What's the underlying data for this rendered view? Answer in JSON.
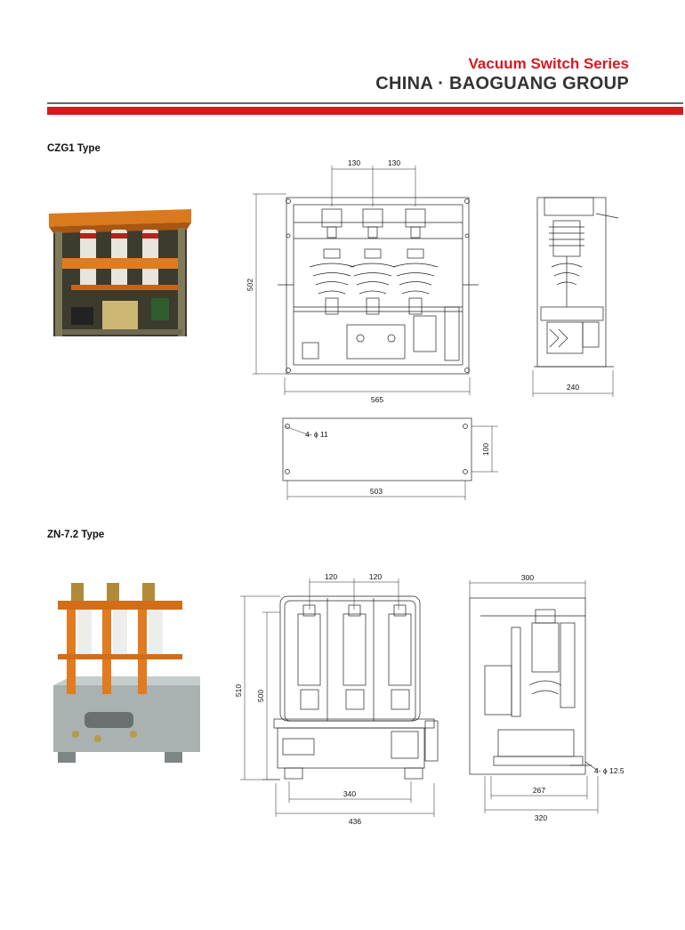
{
  "header": {
    "series": "Vacuum Switch Series",
    "group": "CHINA · BAOGUANG GROUP"
  },
  "sections": [
    {
      "title": "CZG1 Type",
      "dimensions": {
        "pitch_left": "130",
        "pitch_right": "130",
        "height": "502",
        "width": "565",
        "side_depth": "240",
        "base_holes": "4- ϕ 11",
        "base_depth": "100",
        "base_width": "503"
      }
    },
    {
      "title": "ZN-7.2 Type",
      "dimensions": {
        "pitch_left": "120",
        "pitch_right": "120",
        "height_outer": "510",
        "height_inner": "500",
        "inner_width": "340",
        "width": "436",
        "side_top": "300",
        "side_holes": "4- ϕ 12.5",
        "side_inner": "267",
        "side_width": "320"
      }
    }
  ]
}
